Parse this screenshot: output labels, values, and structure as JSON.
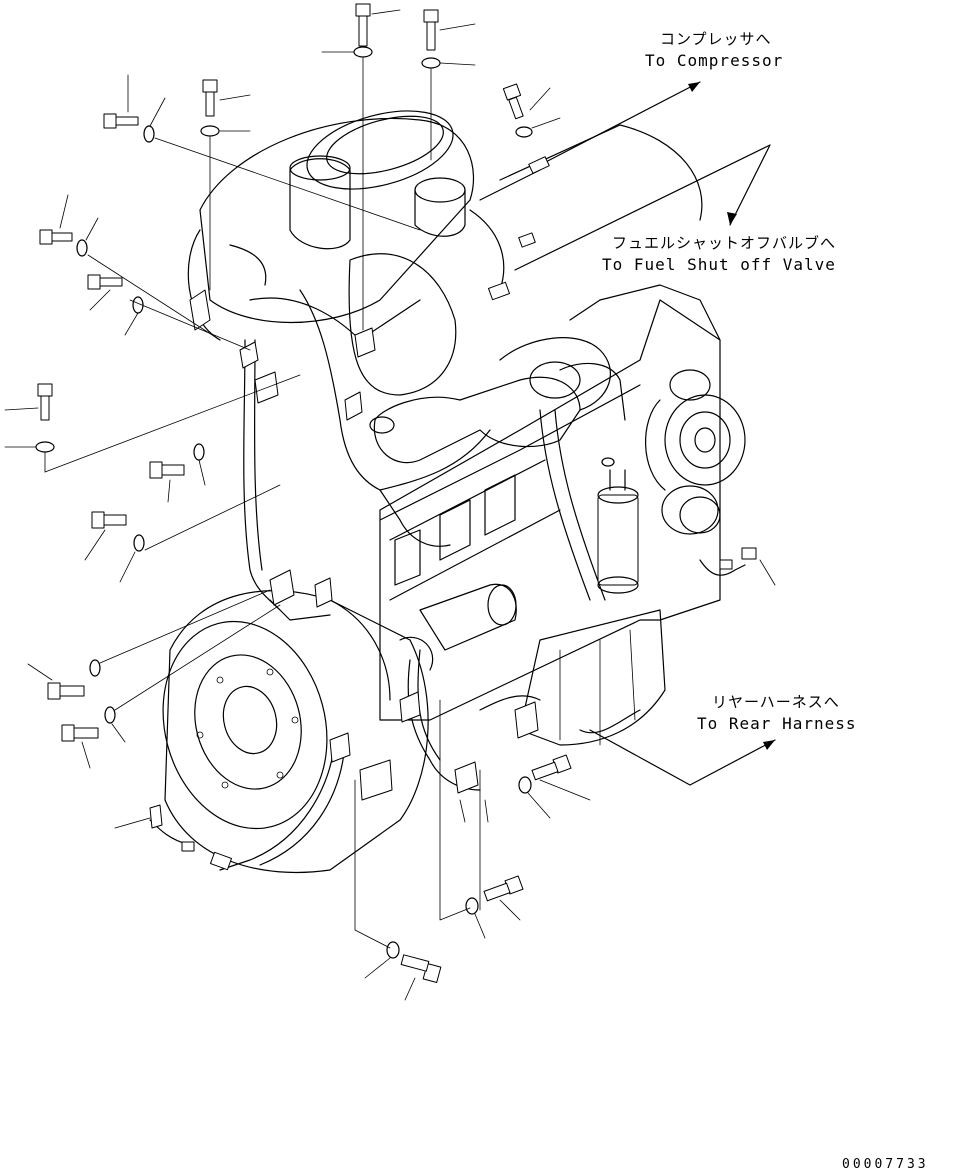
{
  "callouts": {
    "compressor": {
      "jp": "コンプレッサへ",
      "en": "To Compressor"
    },
    "fuel_shutoff": {
      "jp": "フュエルシャットオフバルブへ",
      "en": "To Fuel Shut off Valve"
    },
    "rear_harness": {
      "jp": "リヤーハーネスへ",
      "en": "To Rear Harness"
    }
  },
  "drawing_number": "00007733"
}
